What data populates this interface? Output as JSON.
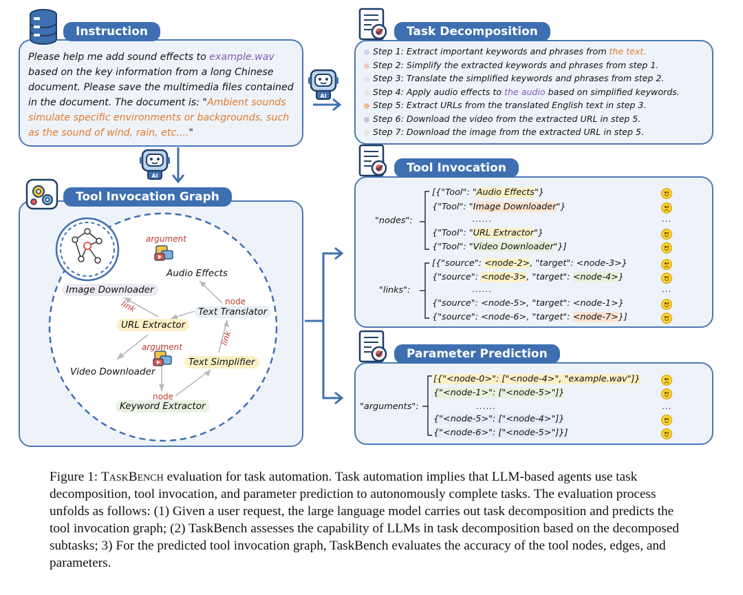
{
  "instruction": {
    "title": "Instruction",
    "line1_pre": "Please help me add sound effects to ",
    "line1_file": "example.wav",
    "line2": "based on the key information from a long Chinese",
    "line3": "document. Please save the multimedia files contained",
    "line4": "in the document. The document is: \"",
    "line4_quote": "Ambient sounds",
    "line5": "simulate specific environments or backgrounds, such",
    "line6": "as the sound of wind, rain, etc....",
    "line6_end": "\""
  },
  "task_decomposition": {
    "title": "Task Decomposition",
    "steps": [
      {
        "pre": "Step 1: Extract important keywords and phrases from ",
        "hl": "the text.",
        "post": "",
        "dot": "#c9d6ea"
      },
      {
        "pre": "Step 2: Simplify the extracted keywords and phrases from step 1.",
        "hl": "",
        "post": "",
        "dot": "#f2c9c9"
      },
      {
        "pre": "Step 3: Translate the simplified keywords and phrases from step 2.",
        "hl": "",
        "post": "",
        "dot": "#d6e6f2"
      },
      {
        "pre": "Step 4: Apply audio effects to ",
        "hl": "the audio",
        "post": " based on simplified keywords.",
        "dot": "#e3e3e3"
      },
      {
        "pre": "Step 5: Extract URLs from the translated English text in step 3.",
        "hl": "",
        "post": "",
        "dot": "#f0b98e"
      },
      {
        "pre": "Step 6: Download the video from the extracted URL in step 5.",
        "hl": "",
        "post": "",
        "dot": "#b9c9de"
      },
      {
        "pre": "Step 7: Download the image from the extracted URL in step 5.",
        "hl": "",
        "post": "",
        "dot": "#e2e7d2"
      }
    ]
  },
  "tool_invocation": {
    "title": "Tool Invocation",
    "nodes_label": "\"nodes\":",
    "links_label": "\"links\":",
    "nodes": [
      {
        "pre": "[{\"Tool\": \"",
        "name": "Audio Effects",
        "post": "\"}",
        "hl": "yellow",
        "face": "smile"
      },
      {
        "pre": "{\"Tool\": \"",
        "name": "Image Downloader",
        "post": "\"}",
        "hl": "orange",
        "face": "sad"
      },
      {
        "pre": "{\"Tool\": \"",
        "name": "URL Extractor",
        "post": "\"}",
        "hl": "yellow",
        "face": "smile"
      },
      {
        "pre": "{\"Tool\": \"",
        "name": "Video Downloader",
        "post": "\"}]",
        "hl": "green",
        "face": "smile"
      }
    ],
    "links": [
      {
        "src": "<node-2>",
        "tgt": "<node-3>",
        "src_hl": "yellow",
        "tgt_hl": "",
        "prefix": "[{",
        "suffix": "}",
        "face": "sad"
      },
      {
        "src": "<node-3>",
        "tgt": "<node-4>",
        "src_hl": "yellow",
        "tgt_hl": "green",
        "prefix": "{",
        "suffix": "}",
        "face": "smile"
      },
      {
        "src": "<node-5>",
        "tgt": "<node-1>",
        "src_hl": "",
        "tgt_hl": "",
        "prefix": "{",
        "suffix": "}",
        "face": "smile"
      },
      {
        "src": "<node-6>",
        "tgt": "<node-7>",
        "src_hl": "",
        "tgt_hl": "orange",
        "prefix": "{",
        "suffix": "}]",
        "face": "smile"
      }
    ],
    "ellipsis": "......",
    "side_ellipsis": "..."
  },
  "parameter_prediction": {
    "title": "Parameter Prediction",
    "arguments_label": "\"arguments\":",
    "rows": [
      {
        "text": "[{\"<node-0>\": [\"<node-4>\", \"example.wav\"]}",
        "face": "sad"
      },
      {
        "text": "{\"<node-1>\": [\"<node-5>\"]}",
        "face": "smile"
      },
      {
        "text": "{\"<node-5>\": [\"<node-4>\"]}",
        "face": "smile"
      },
      {
        "text": "{\"<node-6>\": [\"<node-5>\"]}]",
        "face": "smile"
      }
    ],
    "ellipsis": "......",
    "side_ellipsis": "..."
  },
  "graph": {
    "title": "Tool Invocation Graph",
    "nodes": {
      "audio_effects": "Audio Effects",
      "image_downloader": "Image Downloader",
      "text_translator": "Text Translator",
      "url_extractor": "URL Extractor",
      "text_simplifier": "Text Simplifier",
      "video_downloader": "Video Downloader",
      "keyword_extractor": "Keyword Extractor"
    },
    "labels": {
      "argument1": "argument",
      "argument2": "argument",
      "link1": "link",
      "link2": "link",
      "node1": "node",
      "node2": "node"
    }
  },
  "caption": {
    "fig": "Figure 1: ",
    "sc": "TaskBench",
    "rest": " evaluation for task automation. Task automation implies that LLM-based agents use task decomposition, tool invocation, and parameter prediction to autonomously complete tasks. The evaluation process unfolds as follows: (1) Given a user request, the large language model carries out task decomposition and predicts the tool invocation graph; (2) TaskBench assesses the capability of LLMs in task decomposition based on the decomposed subtasks; 3) For the predicted tool invocation graph, TaskBench evaluates the accuracy of the tool nodes, edges, and parameters."
  },
  "colors": {
    "accent": "#3e6fb0",
    "panel_bg": "#eef3fa",
    "panel_border": "#4a78b5",
    "orange_text": "#e07b2c",
    "purple_text": "#8358b7"
  },
  "icons": [
    "database-icon",
    "robot-icon",
    "checklist-icon",
    "gears-icon",
    "arrow-icon",
    "smile-face-icon",
    "sad-face-icon",
    "media-icon"
  ]
}
